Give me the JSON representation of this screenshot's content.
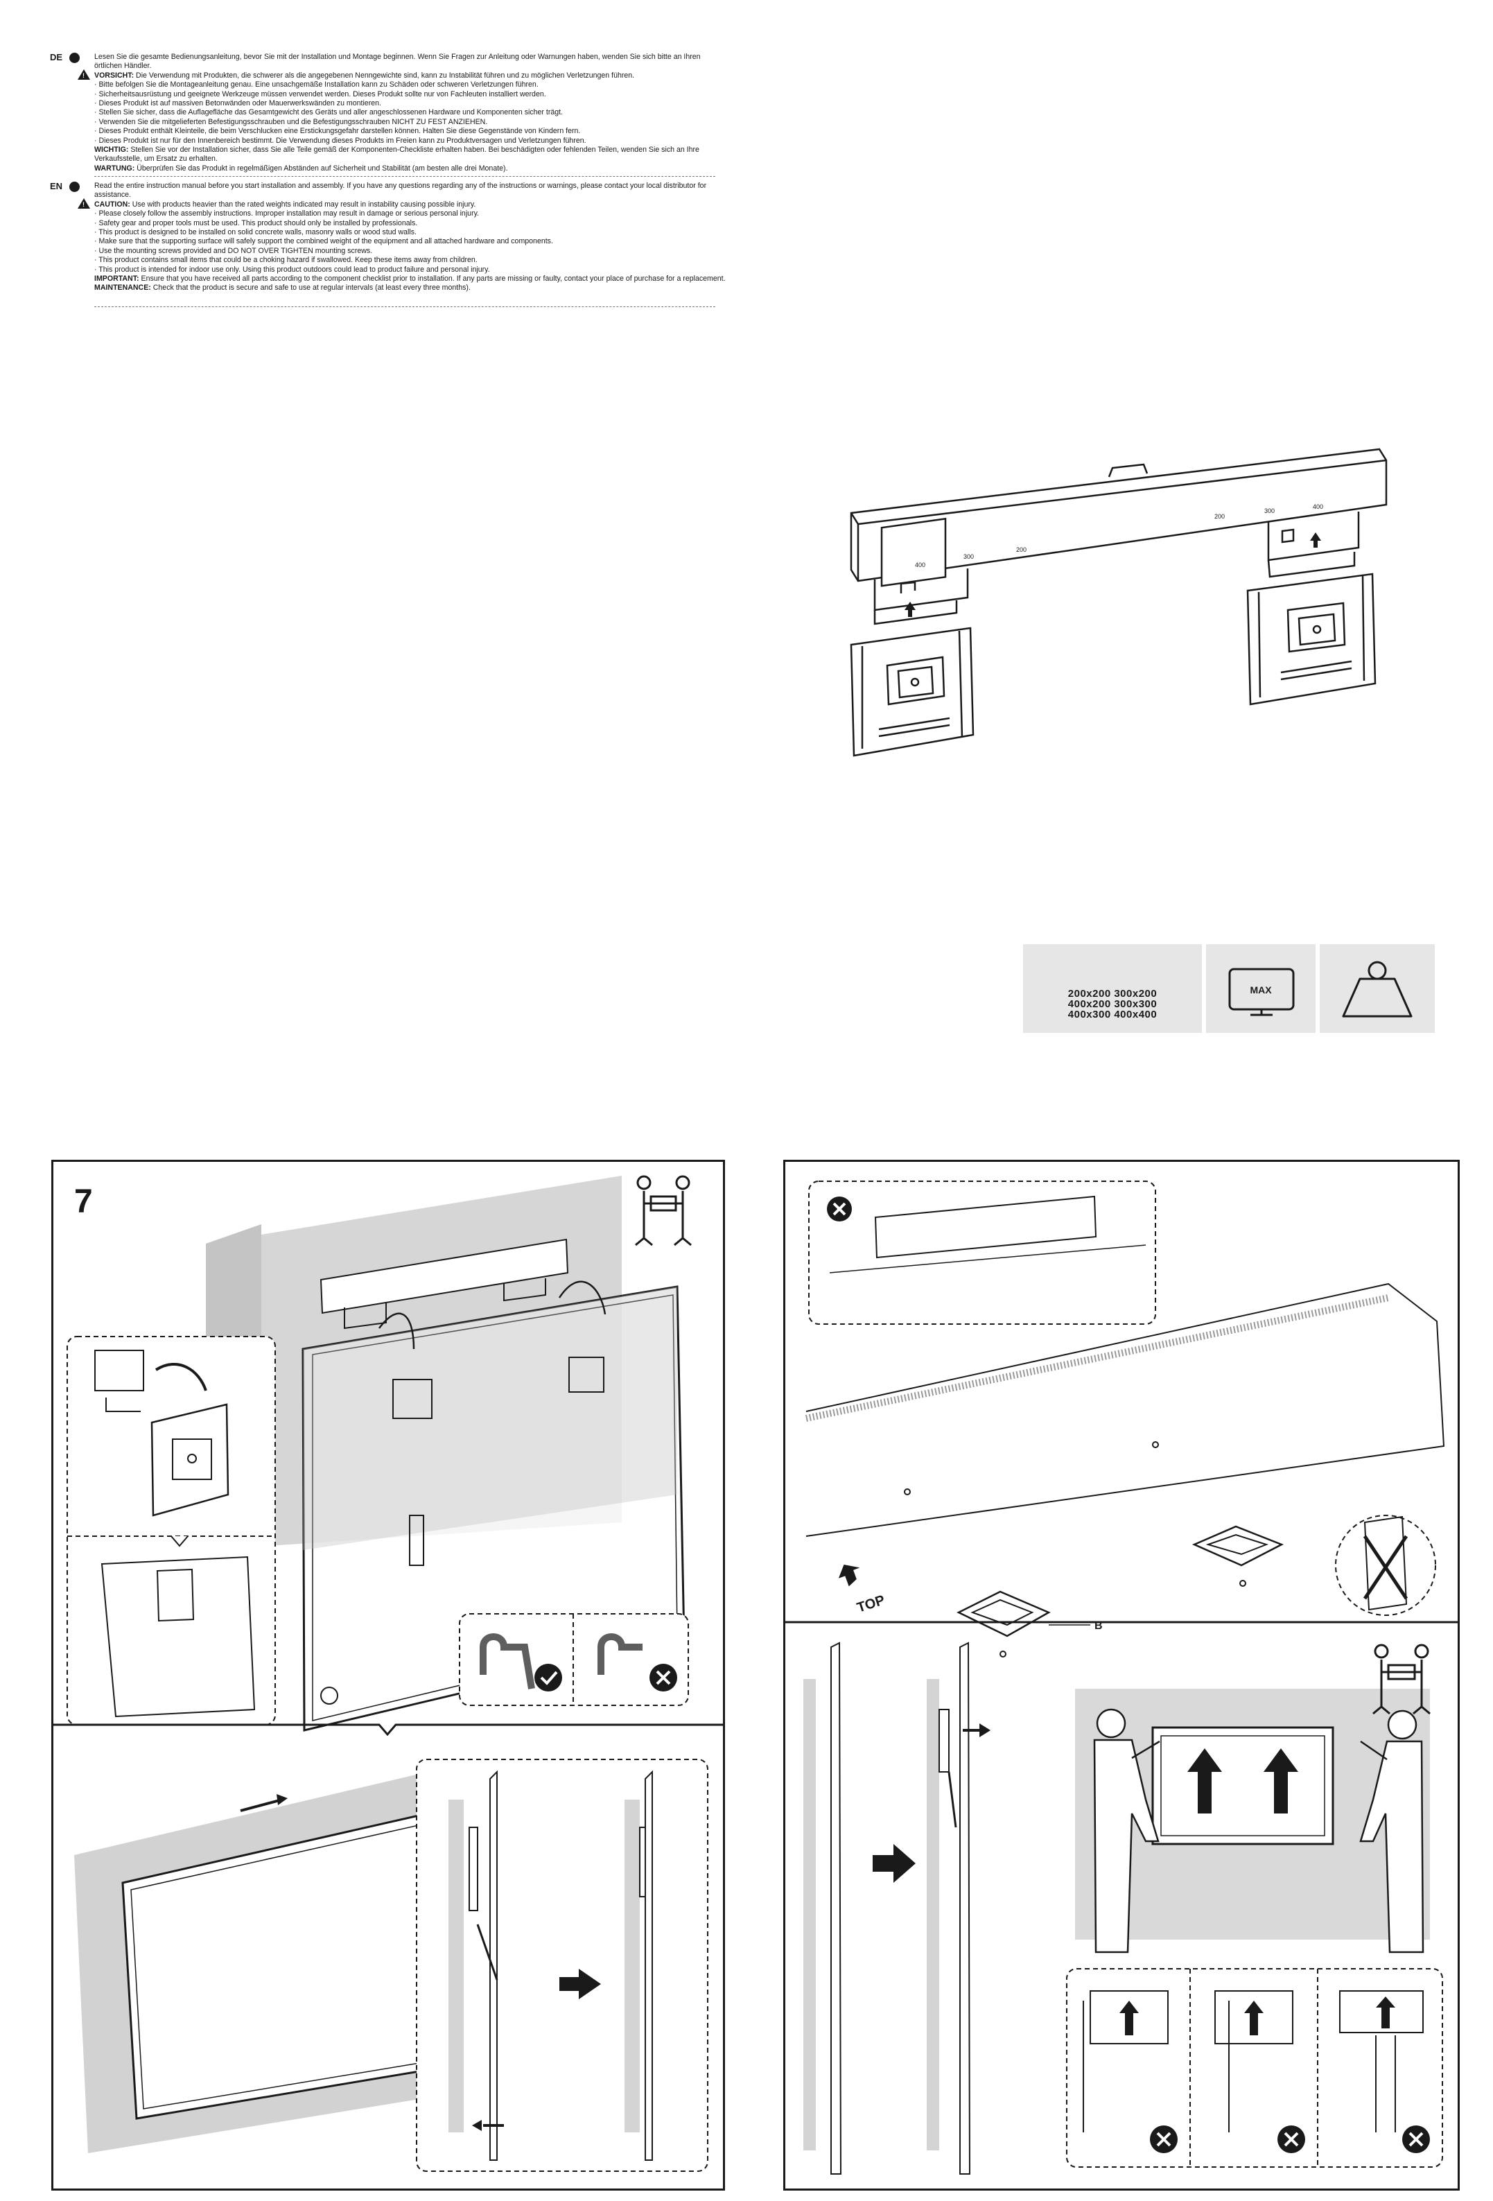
{
  "de": {
    "code": "DE",
    "intro": "Lesen Sie die gesamte Bedienungsanleitung, bevor Sie mit der Installation und Montage beginnen. Wenn Sie Fragen zur Anleitung oder Warnungen haben, wenden Sie sich bitte an Ihren örtlichen Händler.",
    "caution_label": "VORSICHT:",
    "caution_text": "Die Verwendung mit Produkten, die schwerer als die angegebenen Nenngewichte sind, kann zu Instabilität führen und zu möglichen Verletzungen führen.",
    "bullets": [
      "· Bitte befolgen Sie die Montageanleitung genau. Eine unsachgemäße Installation kann zu Schäden oder schweren Verletzungen führen.",
      "· Sicherheitsausrüstung und geeignete Werkzeuge müssen verwendet werden. Dieses Produkt sollte nur von Fachleuten installiert werden.",
      "· Dieses Produkt ist auf massiven Betonwänden oder Mauerwerkswänden zu montieren.",
      "· Stellen Sie sicher, dass die Auflagefläche das Gesamtgewicht des Geräts und aller angeschlossenen Hardware und Komponenten sicher trägt.",
      "· Verwenden Sie die mitgelieferten Befestigungsschrauben und die Befestigungsschrauben NICHT ZU FEST ANZIEHEN.",
      "· Dieses Produkt enthält Kleinteile, die beim Verschlucken eine Erstickungsgefahr darstellen können. Halten Sie diese Gegenstände von Kindern fern.",
      "· Dieses Produkt ist nur für den Innenbereich bestimmt. Die Verwendung dieses Produkts im Freien kann zu Produktversagen und Verletzungen führen."
    ],
    "important_label": "WICHTIG:",
    "important_text": "Stellen Sie vor der Installation sicher, dass Sie alle Teile gemäß der Komponenten-Checkliste erhalten haben. Bei beschädigten oder fehlenden Teilen, wenden Sie sich an Ihre Verkaufsstelle, um Ersatz zu erhalten.",
    "maintenance_label": "WARTUNG:",
    "maintenance_text": "Überprüfen Sie das Produkt in regelmäßigen Abständen auf Sicherheit und Stabilität (am besten alle drei Monate)."
  },
  "en": {
    "code": "EN",
    "intro": "Read the entire instruction manual before you start installation and assembly. If you have any questions regarding any of the instructions or warnings, please contact your local distributor for assistance.",
    "caution_label": "CAUTION:",
    "caution_text": "Use with products heavier than the rated weights indicated may result in instability causing possible injury.",
    "bullets": [
      "· Please closely follow the assembly instructions. Improper installation may result in damage or serious personal injury.",
      "· Safety gear and proper tools must be used. This product should only be installed by professionals.",
      "· This product is designed to be installed on solid concrete walls, masonry walls or wood stud walls.",
      "· Make sure that the supporting surface will safely support the combined weight of the equipment and all attached hardware and components.",
      "· Use the mounting screws provided and DO NOT OVER TIGHTEN mounting screws.",
      "· This product contains small items that could be a choking hazard if swallowed. Keep these items away from children.",
      "· This product is intended for indoor use only. Using this product outdoors could lead to product failure and personal injury."
    ],
    "important_label": "IMPORTANT:",
    "important_text": "Ensure that you have received all parts according to the component checklist prior to installation. If any parts are missing or faulty, contact your place of purchase for a replacement.",
    "maintenance_label": "MAINTENANCE:",
    "maintenance_text": "Check that the product is secure and safe to use at regular intervals (at least every three months)."
  },
  "bracket_marks": {
    "left_outer": "400",
    "left_mid": "300",
    "center_left": "200",
    "center_right": "200",
    "right_mid": "300",
    "right_outer": "400"
  },
  "spec": {
    "vesa_line1": "200x200 300x200",
    "vesa_line2": "400x200 300x300",
    "vesa_line3": "400x300 400x400",
    "max_label": "MAX"
  },
  "step": {
    "number": "7",
    "part_label": "B",
    "top_label": "TOP"
  },
  "icons": [
    "warning-icon",
    "tv-max-icon",
    "weight-icon",
    "two-person-icon",
    "check-icon",
    "cross-icon",
    "arrow-icon"
  ]
}
